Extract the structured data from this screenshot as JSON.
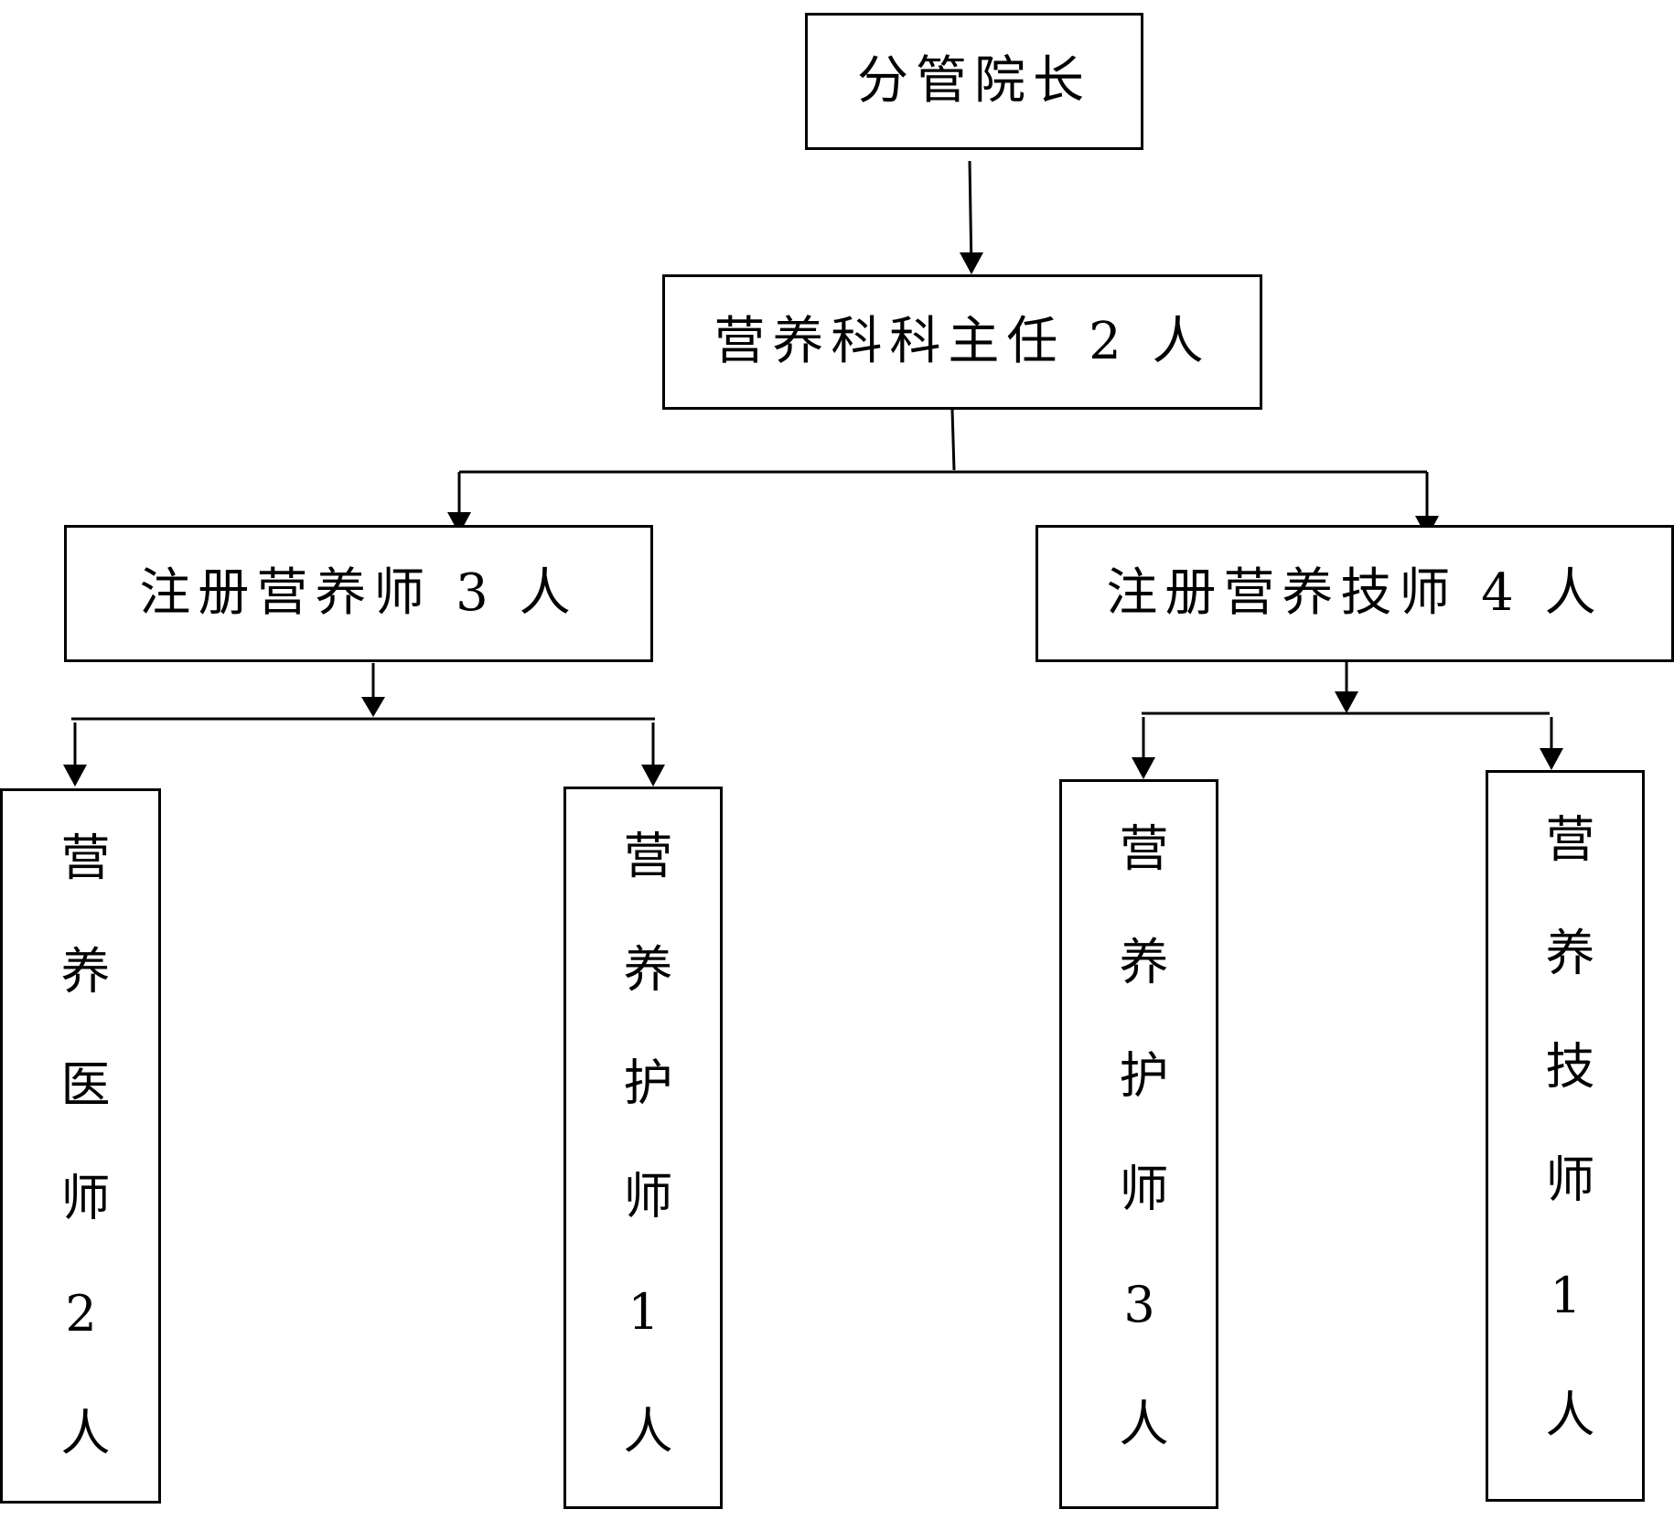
{
  "org_chart": {
    "top": {
      "label": "分管院长"
    },
    "director": {
      "label": "营养科科主任 2 人"
    },
    "branch_left": {
      "label": "注册营养师 3 人",
      "children": [
        {
          "label": "营养医师2人"
        },
        {
          "label": "营养护师1人"
        }
      ]
    },
    "branch_right": {
      "label": "注册营养技师 4 人",
      "children": [
        {
          "label": "营养护师3人"
        },
        {
          "label": "营养技师1人"
        }
      ]
    }
  }
}
